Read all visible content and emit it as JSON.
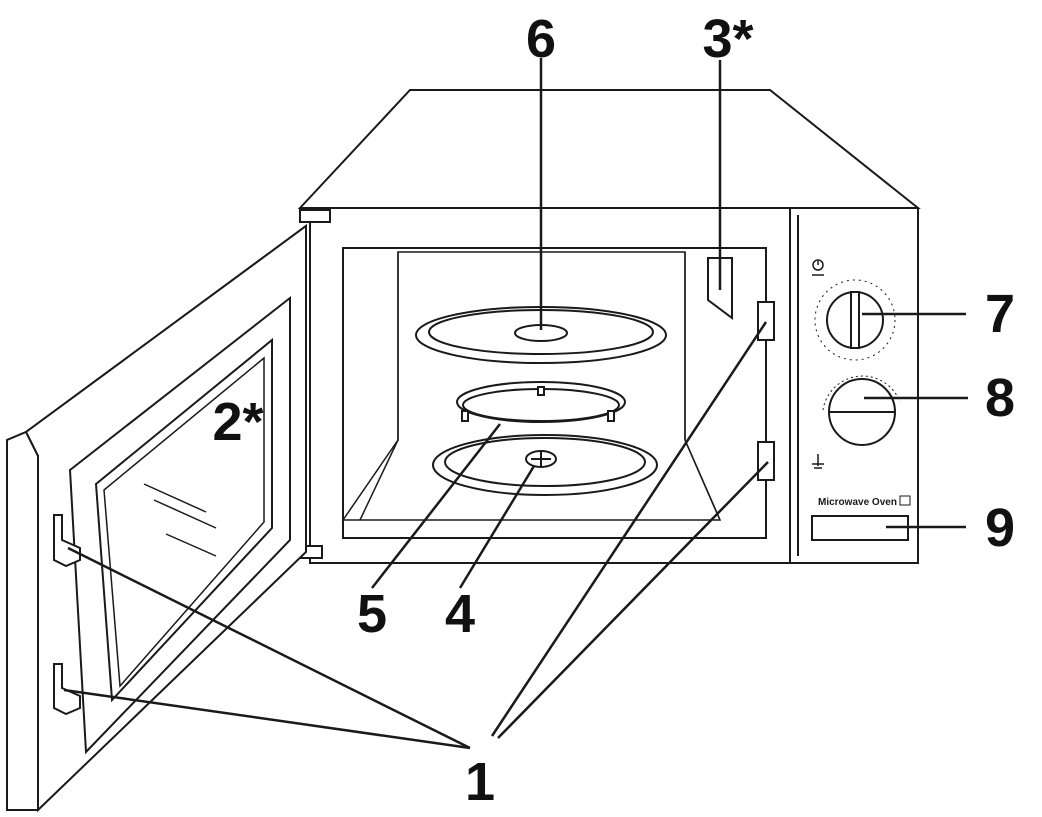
{
  "callouts": {
    "c1": "1",
    "c2": "2*",
    "c3": "3*",
    "c4": "4",
    "c5": "5",
    "c6": "6",
    "c7": "7",
    "c8": "8",
    "c9": "9"
  },
  "panel": {
    "brand_label": "Microwave Oven"
  },
  "colors": {
    "ink": "#1a1a1a",
    "paper": "#ffffff"
  }
}
